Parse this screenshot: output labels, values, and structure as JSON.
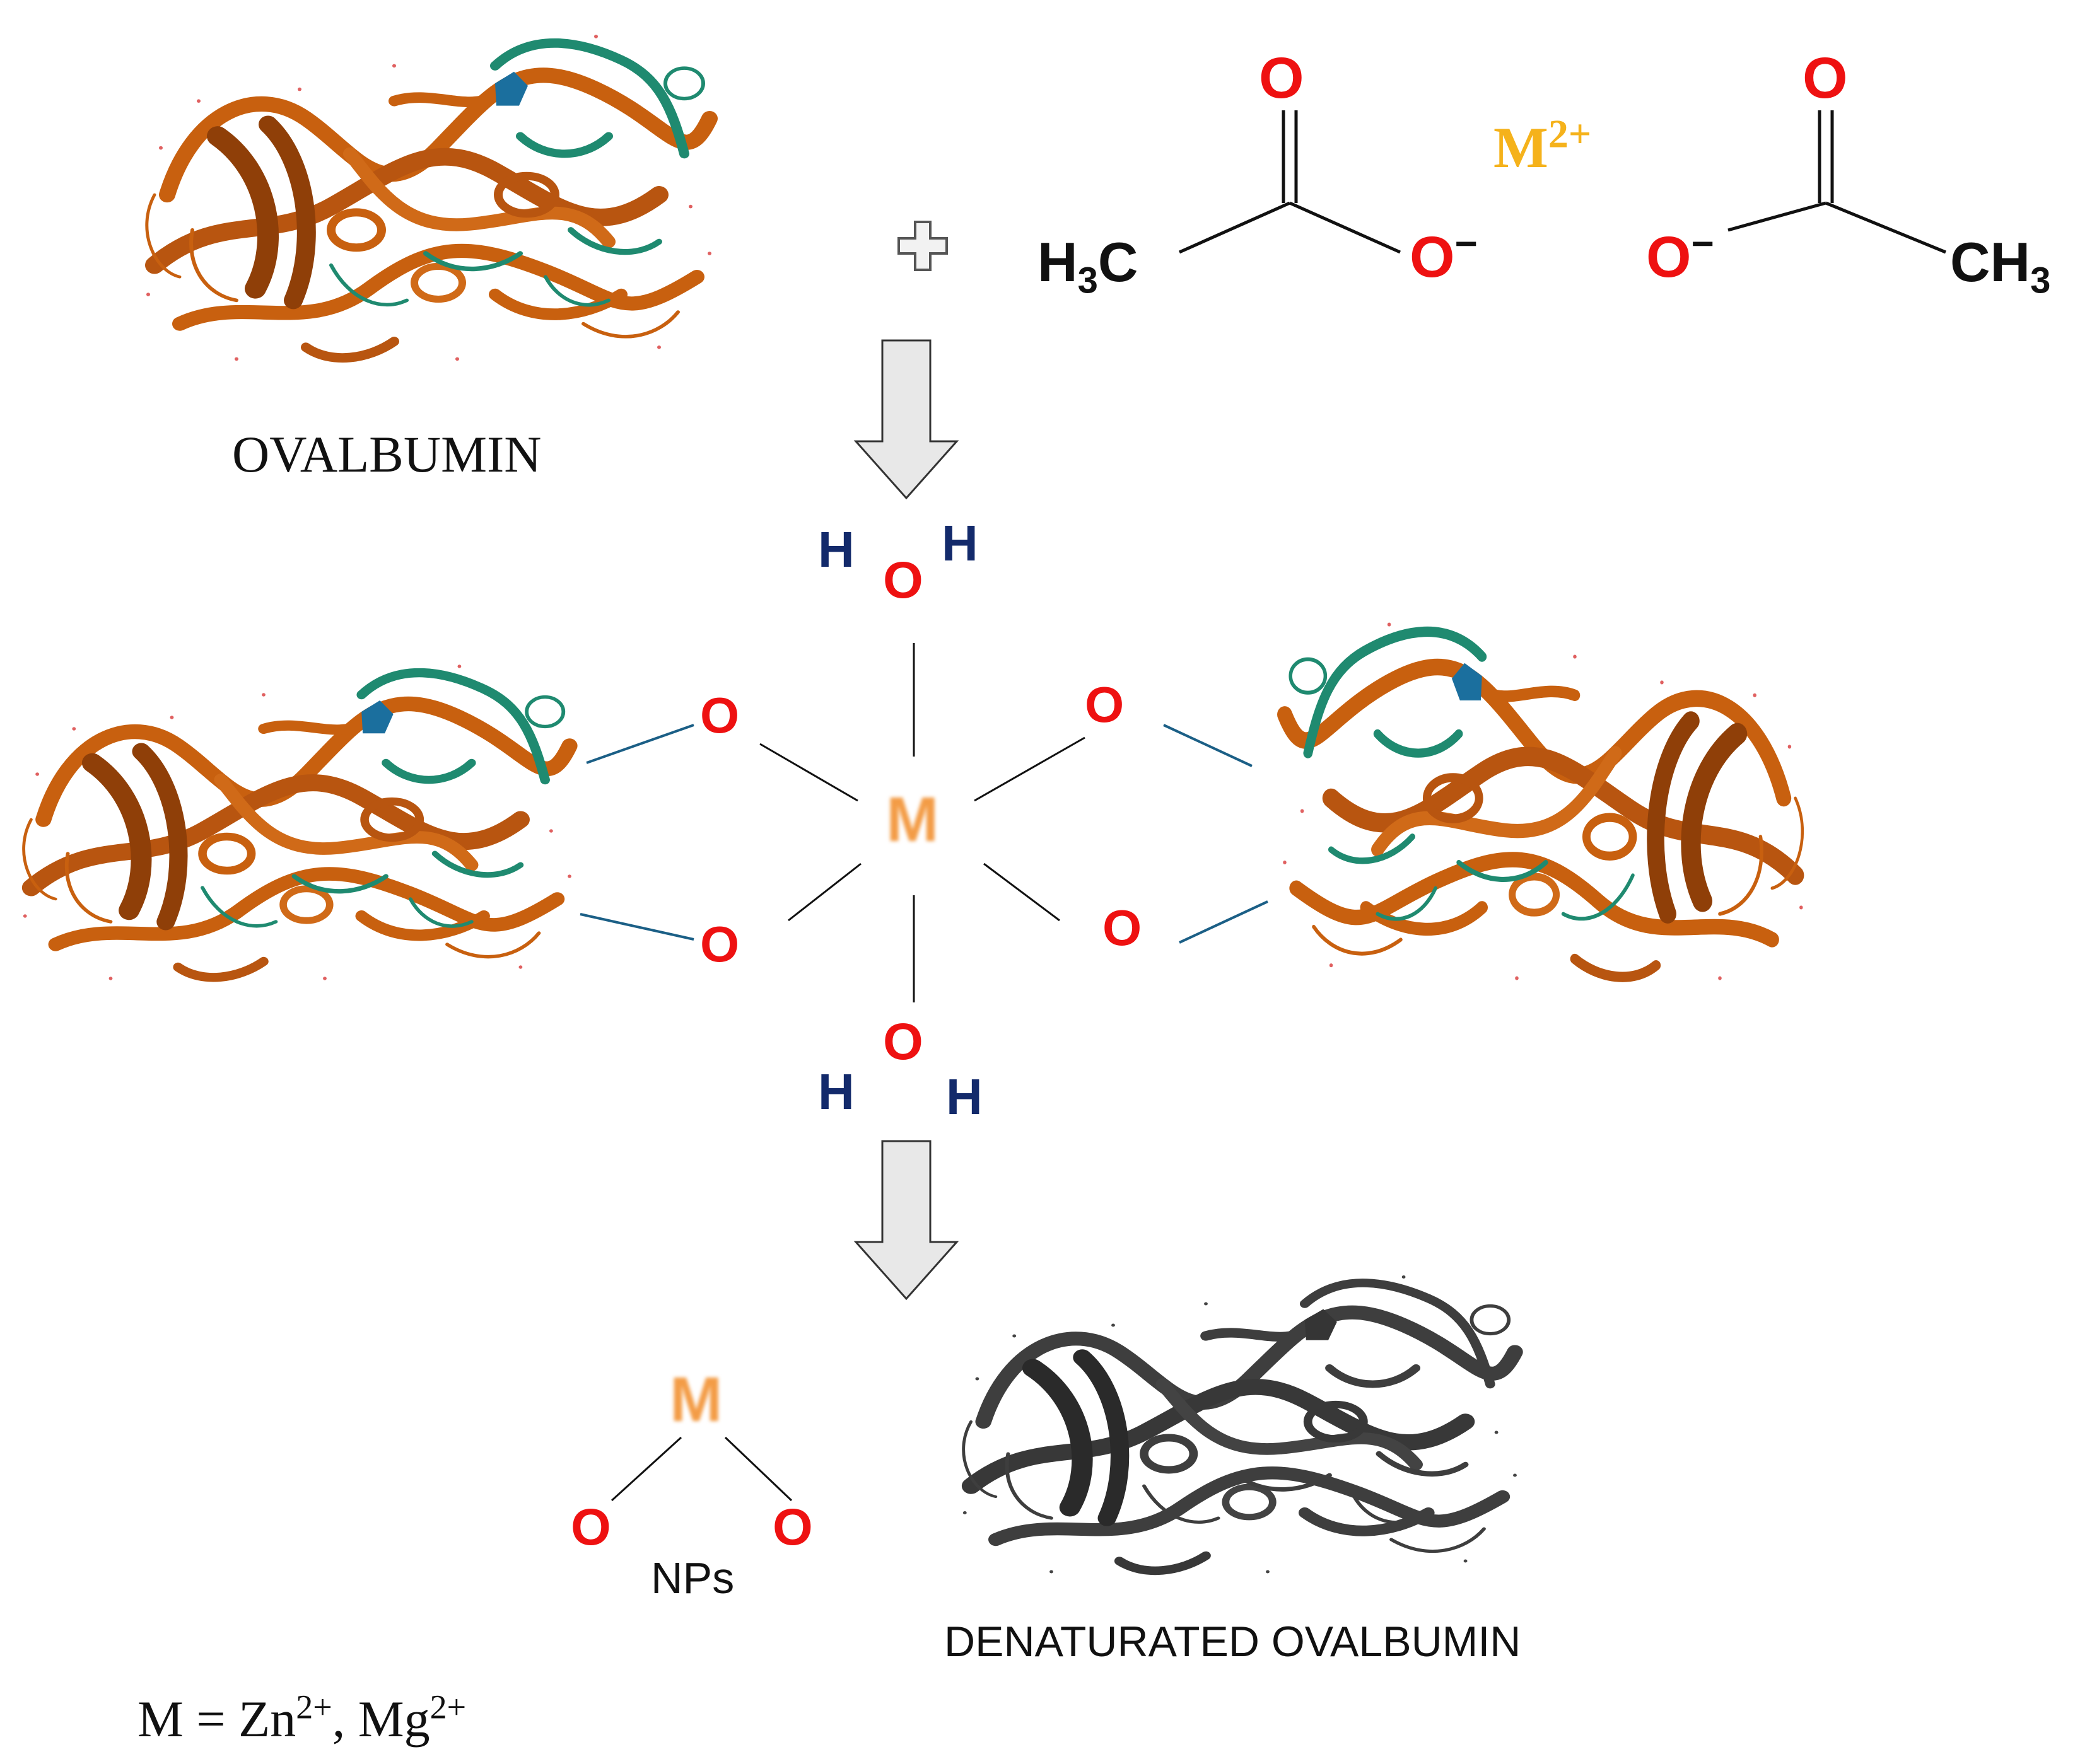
{
  "labels": {
    "ovalbumin": "OVALBUMIN",
    "denaturated_ovalbumin": "DENATURATED OVALBUMIN",
    "nps": "NPs",
    "legend_prefix": "M = Zn",
    "legend_sup1": "2+",
    "legend_sep": ", Mg",
    "legend_sup2": "2+"
  },
  "acetate": {
    "left_ch3_pre": "H",
    "left_ch3_sub": "3",
    "left_ch3_post": "C",
    "right_ch3_pre": "CH",
    "right_ch3_sub": "3",
    "carbonyl_o": "O",
    "anion_o": "O",
    "charge": "−",
    "metal": "M",
    "metal_charge": "2+"
  },
  "complex": {
    "metal": "M",
    "oxygen": "O",
    "hydrogen": "H"
  },
  "product": {
    "metal": "M",
    "oxygen": "O"
  },
  "colors": {
    "protein_orange": "#c8600f",
    "protein_teal": "#1f8a70",
    "denatured_gray": "#4a4a4a",
    "oxygen": "#ee1111",
    "hydrogen": "#132a6b",
    "metal": "#f39c46",
    "metal_ion_label": "#f5b21b",
    "arrow_fill": "#e8e8e8"
  }
}
